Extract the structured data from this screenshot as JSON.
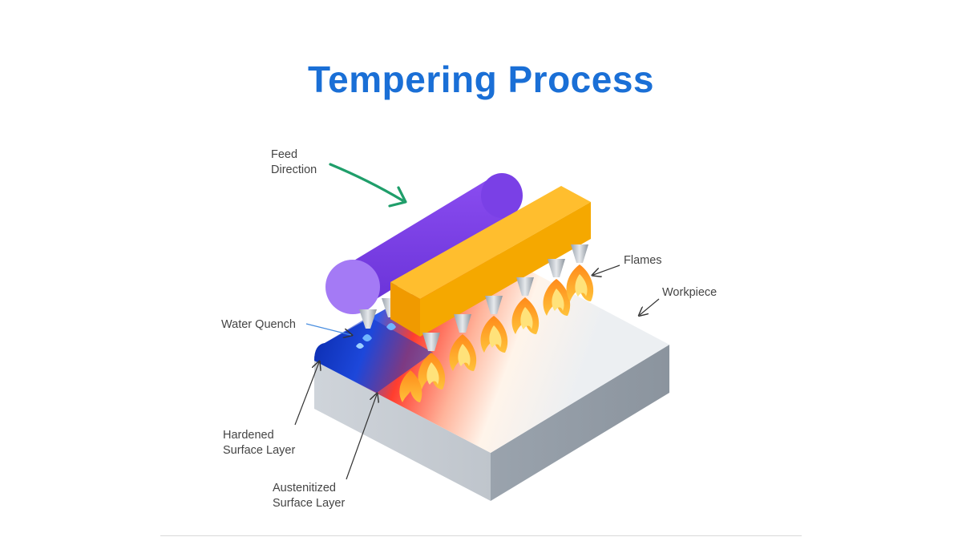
{
  "title": "Tempering Process",
  "labels": {
    "feed_direction": [
      "Feed",
      "Direction"
    ],
    "flames": "Flames",
    "workpiece": "Workpiece",
    "water_quench": "Water Quench",
    "hardened": [
      "Hardened",
      "Surface Layer"
    ],
    "austenitized": [
      "Austenitized",
      "Surface Layer"
    ]
  },
  "colors": {
    "title": "#1a6fd6",
    "feed_arrow": "#1f9e6a",
    "quench_roller": "#7b3fe4",
    "torch_bar": "#f5a300",
    "flame": "#f7a21b",
    "hardened_zone": "#1d4fe0",
    "austenitized_zone": "#ff5a3a",
    "workpiece": "#e9ecef"
  },
  "icons": [
    "arrow-icon",
    "flame-icon",
    "water-drop-icon",
    "nozzle-icon"
  ]
}
